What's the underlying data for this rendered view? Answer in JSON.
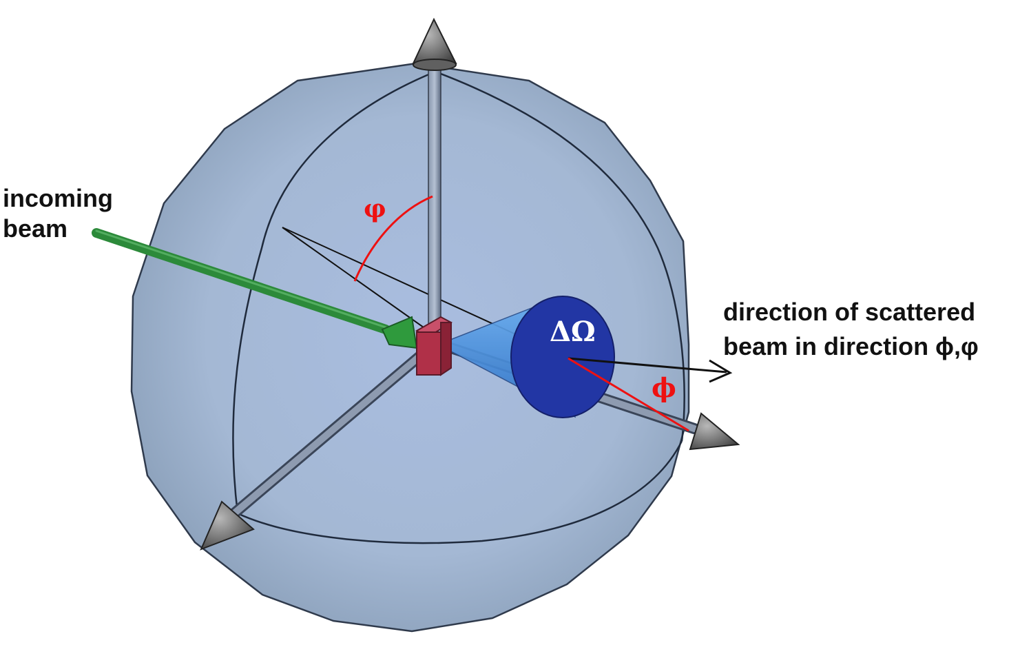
{
  "labels": {
    "incoming_line1": "incoming",
    "incoming_line2": "beam",
    "scattered_line1": "direction of scattered",
    "scattered_line2": "beam in direction ϕ,φ",
    "angle_polar": "φ",
    "angle_azimuth": "ϕ",
    "solid_angle": "ΔΩ"
  },
  "colors": {
    "sphere": "#a8bcd6",
    "axes": "#6a7a90",
    "arrow_heads": "#707070",
    "incoming_beam": "#2c8a3a",
    "target": "#b03048",
    "cone": "#4a8fd8",
    "cone_disk": "#2236a4",
    "angle_marks": "#ee1111",
    "text": "#111111"
  }
}
